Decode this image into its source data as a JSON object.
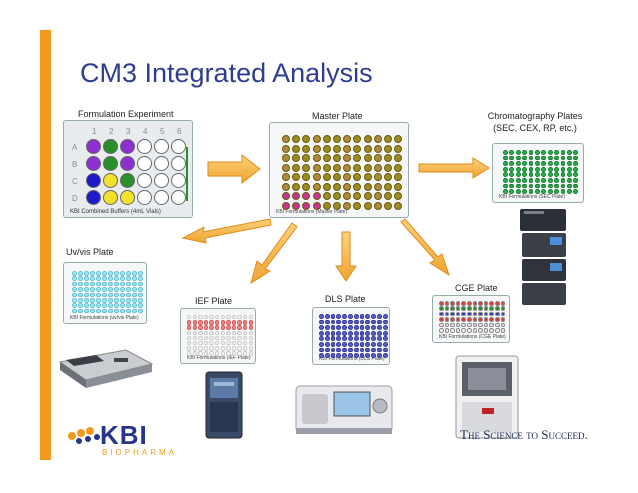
{
  "title": "CM3 Integrated Analysis",
  "labels": {
    "formulation": "Formulation Experiment",
    "master": "Master Plate",
    "chromatography_line1": "Chromatography Plates",
    "chromatography_line2": "(SEC, CEX, RP, etc.)",
    "uvvis": "Uv/vis Plate",
    "ief": "IEF Plate",
    "dls": "DLS Plate",
    "cge": "CGE Plate"
  },
  "plate_captions": {
    "formulation": "KBI Combined Buffers (4mL Vials)",
    "master": "KBI Formulations (Master Plate)",
    "chromatography": "KBI Formulations (SEC Plate)",
    "uvvis": "KBI Formulations (uv/vis Plate)",
    "ief": "KBI Formulations (IEF Plate)",
    "dls": "KBI Formulations (DLS Plate)",
    "cge": "KBI Formulations (CGE Plate)"
  },
  "formulation_plate": {
    "column_numbers": [
      "1",
      "2",
      "3",
      "4",
      "5",
      "6"
    ],
    "row_letters": [
      "A",
      "B",
      "C",
      "D"
    ]
  },
  "logo": {
    "name": "KBI",
    "sub": "BIOPHARMA"
  },
  "tagline": "The Science to Succeed.",
  "colors": {
    "title": "#2f3d91",
    "accent_orange": "#f39a1e",
    "arrow_fill": "#f5b74a",
    "arrow_stroke": "#e08a1a"
  }
}
